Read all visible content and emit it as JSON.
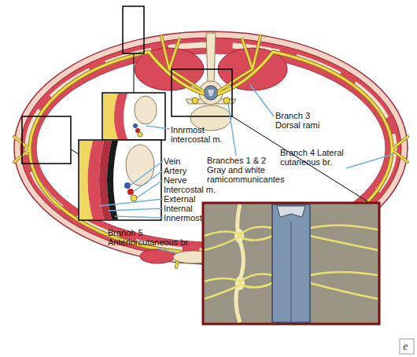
{
  "diagram": {
    "labels": [
      "Innrmost intercostal m.",
      "Vein",
      "Artery",
      "Nerve",
      "Intercostal m.",
      "External",
      "Internal",
      "Innermost",
      "Branch 3 Dorsal rami",
      "Branches 1 & 2 Gray and white ramicommunicantes",
      "Branch 4 Lateral cutaneous br.",
      "Branoh 5 Anteriorcutaneous br.",
      "e"
    ]
  }
}
